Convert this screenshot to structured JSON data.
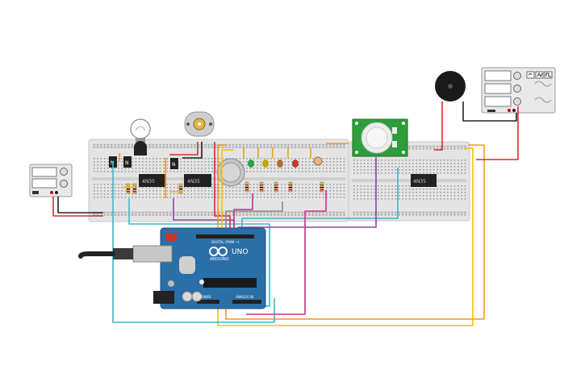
{
  "arduino": {
    "logo_text": "UNO",
    "brand_text": "ARDUINO",
    "digital_label": "DIGITAL (PWM ~)",
    "power_label": "POWER",
    "analog_label": "ANALOG IN"
  },
  "ic_text": "4N35",
  "transistor_label": "N",
  "colors": {
    "breadboard": "#e6e6e6",
    "arduino": "#2a6fa8",
    "wire_yellow": "#f2c200",
    "wire_orange": "#f39c12",
    "wire_red": "#d32f2f",
    "wire_purple": "#8e44ad",
    "wire_cyan": "#3fb6c8",
    "wire_magenta": "#c2338c",
    "wire_black": "#222222",
    "pir_green": "#2e9e3a",
    "pcb_green": "#1d7a2c"
  }
}
